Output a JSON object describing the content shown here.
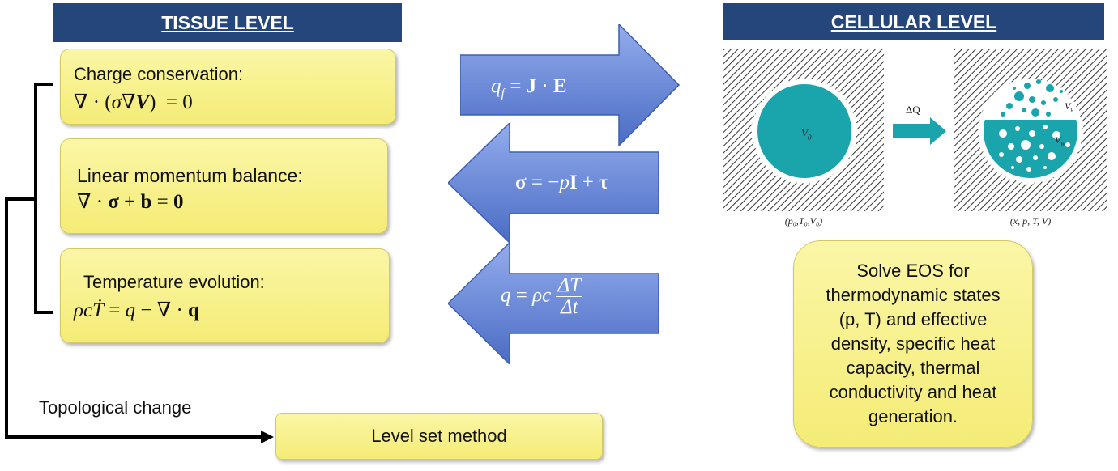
{
  "tissue": {
    "header": "TISSUE LEVEL",
    "charge_label": "Charge conservation:",
    "momentum_label": "Linear momentum balance:",
    "temperature_label": "Temperature evolution:"
  },
  "cellular": {
    "header": "CELLULAR LEVEL",
    "left_volume": "V",
    "left_volume_sub": "0",
    "left_caption": "(p₀,T₀,V₀)",
    "heat_label": "ΔQ",
    "right_vapor": "V",
    "right_vapor_sub": "v",
    "right_liquid": "V",
    "right_liquid_sub": "w",
    "right_caption": "(x, p, T, V)",
    "eos_lines": [
      "Solve EOS for",
      "thermodynamic states",
      "(p, T) and effective",
      "density, specific heat",
      "capacity, thermal",
      "conductivity and heat",
      "generation."
    ]
  },
  "topology": {
    "label": "Topological change",
    "method": "Level set method"
  },
  "colors": {
    "header_bg": "#25467a",
    "box_fill": "#f7f092",
    "arrow_fill": "#5b7fd1",
    "cell_fill": "#1aa5ad"
  }
}
